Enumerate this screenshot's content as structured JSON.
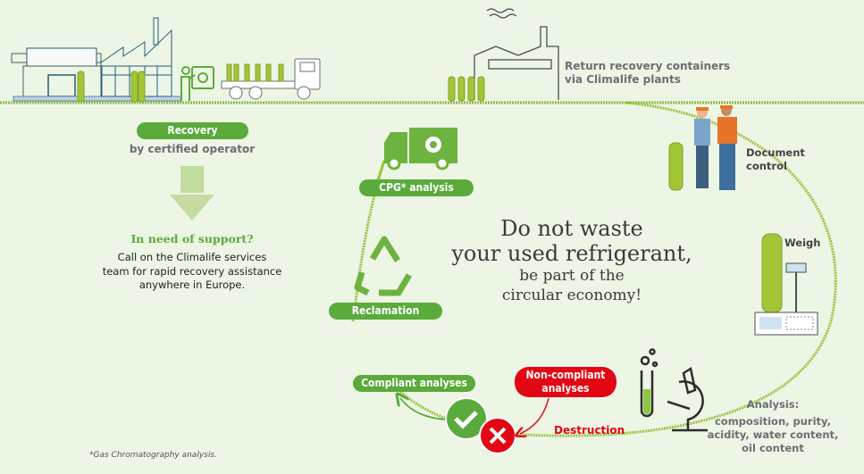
{
  "steps": {
    "recovery": {
      "label": "Recovery",
      "sub": "by certified operator"
    },
    "return": {
      "line1": "Return recovery containers",
      "line2": "via Climalife plants"
    },
    "document_control": {
      "line1": "Document",
      "line2": "control"
    },
    "weigh": "Weigh",
    "analysis": {
      "title": "Analysis:",
      "line1": "composition, purity,",
      "line2": "acidity, water content,",
      "line3": "oil content"
    },
    "cpg": "CPG* analysis",
    "reclamation": "Reclamation",
    "compliant": "Compliant analyses",
    "non_compliant": {
      "line1": "Non-compliant",
      "line2": "analyses"
    },
    "destruction": "Destruction"
  },
  "support": {
    "title": "In need of support?",
    "line1": "Call on the Climalife services",
    "line2": "team for rapid recovery assistance",
    "line3": "anywhere in Europe."
  },
  "headline": {
    "line1": "Do not waste",
    "line2": "your used refrigerant,",
    "line3": "be part of the",
    "line4": "circular economy!"
  },
  "footnote": "*Gas Chromatography analysis.",
  "colors": {
    "green": "#5aab3c",
    "lime": "#a3c637",
    "red": "#e30613",
    "gray": "#6b6f72",
    "background": "#edf5e5"
  }
}
